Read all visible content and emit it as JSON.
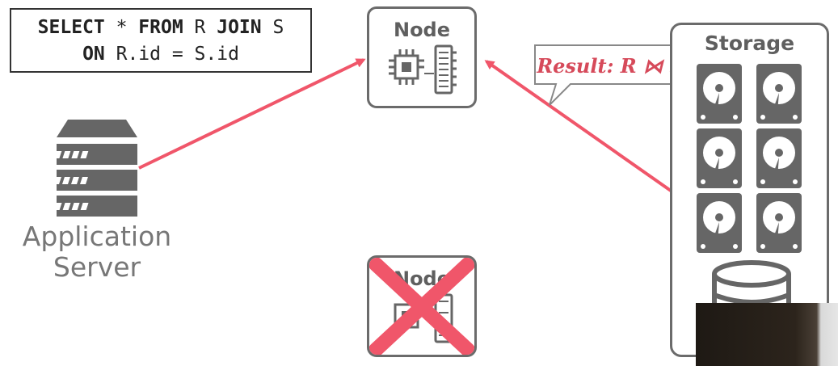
{
  "sql": {
    "line1": [
      {
        "t": "SELECT",
        "b": true
      },
      {
        "t": " * ",
        "b": false
      },
      {
        "t": "FROM",
        "b": true
      },
      {
        "t": " R ",
        "b": false
      },
      {
        "t": "JOIN",
        "b": true
      },
      {
        "t": " S",
        "b": false
      }
    ],
    "line2": [
      {
        "t": "ON",
        "b": true
      },
      {
        "t": " R.id = S.id",
        "b": false
      }
    ]
  },
  "node_top": {
    "title": "Node",
    "status": "active"
  },
  "node_bottom": {
    "title": "Node",
    "status": "failed"
  },
  "storage": {
    "title": "Storage",
    "disk_count": 6
  },
  "app_server": {
    "line1": "Application",
    "line2": "Server"
  },
  "result_callout": {
    "text": "Result: R ⋈ S"
  },
  "colors": {
    "arrow": "#f0566a",
    "cross": "#f0566a",
    "callout": "#d64a5a",
    "outline": "#6b6b6b"
  }
}
